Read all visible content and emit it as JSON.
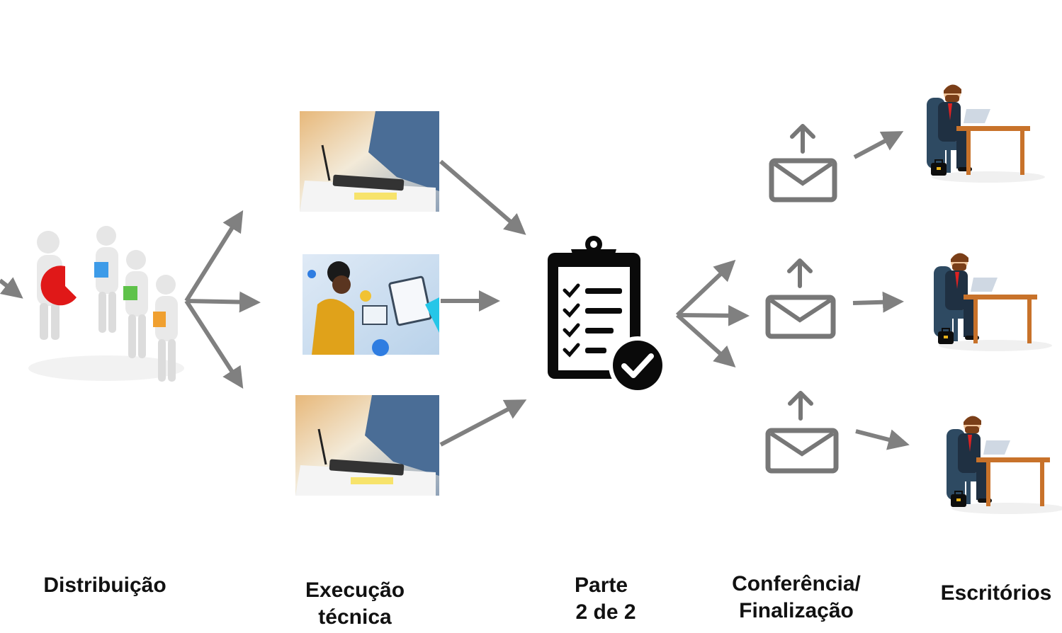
{
  "stages": {
    "distribution": {
      "label": "Distribuição"
    },
    "execution": {
      "lines": [
        "Execução",
        "técnica"
      ]
    },
    "part": {
      "lines": [
        "Parte",
        "2 de 2"
      ]
    },
    "review": {
      "lines": [
        "Conferência/",
        "Finalização"
      ]
    },
    "offices": {
      "label": "Escritórios"
    }
  },
  "colors": {
    "arrow": "#808080",
    "clipboard": "#0a0a0a",
    "figure": "#e9e9e9",
    "pie_red": "#e01818",
    "block_blue": "#3d9be8",
    "block_green": "#5fc24a",
    "block_orange": "#f0a030",
    "chair": "#2e4a62",
    "desk": "#c8722a"
  }
}
